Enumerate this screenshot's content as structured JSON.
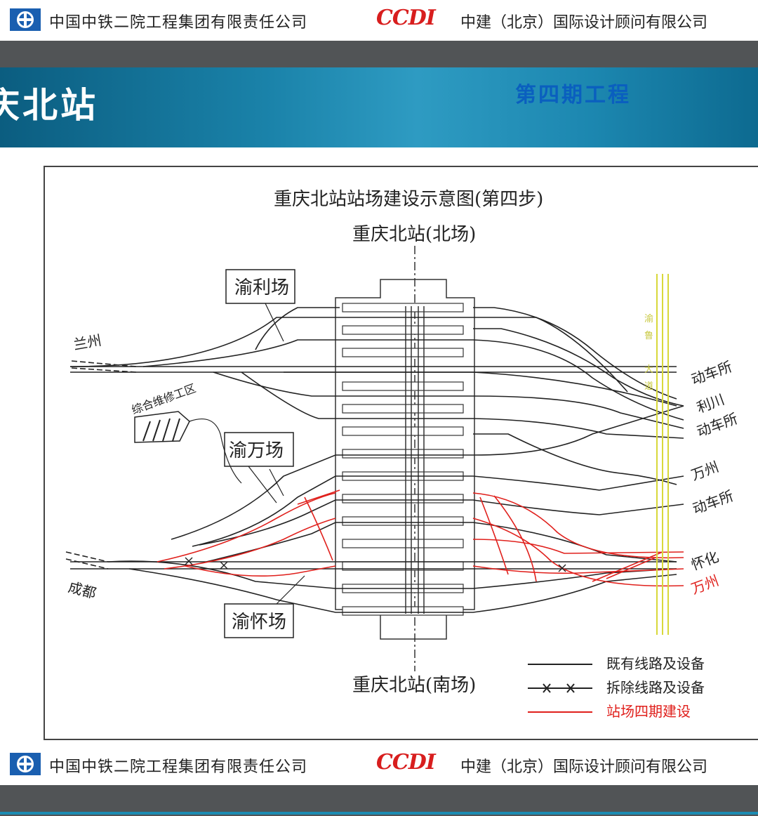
{
  "header": {
    "company_left": "中国中铁二院工程集团有限责任公司",
    "ccdi": "CCDI",
    "company_right": "中建（北京）国际设计顾问有限公司"
  },
  "banner": {
    "title": "庆北站",
    "subtitle": "第四期工程"
  },
  "diagram": {
    "title": "重庆北站站场建设示意图(第四步)",
    "north_yard": "重庆北站(北场)",
    "south_yard": "重庆北站(南场)",
    "yards": [
      "渝利场",
      "渝万场",
      "渝怀场"
    ],
    "maintenance_area": "综合维修工区",
    "road_label": "渝鲁大道",
    "left_destinations": [
      "兰州",
      "成都"
    ],
    "right_destinations": [
      "动车所",
      "利川",
      "动车所",
      "万州",
      "动车所",
      "怀化",
      "万州"
    ],
    "legend": [
      {
        "label": "既有线路及设备",
        "color": "#222222"
      },
      {
        "label": "拆除线路及设备",
        "color": "#222222"
      },
      {
        "label": "站场四期建设",
        "color": "#e0201c"
      }
    ]
  },
  "footer": {
    "company_left": "中国中铁二院工程集团有限责任公司",
    "ccdi": "CCDI",
    "company_right": "中建（北京）国际设计顾问有限公司"
  }
}
